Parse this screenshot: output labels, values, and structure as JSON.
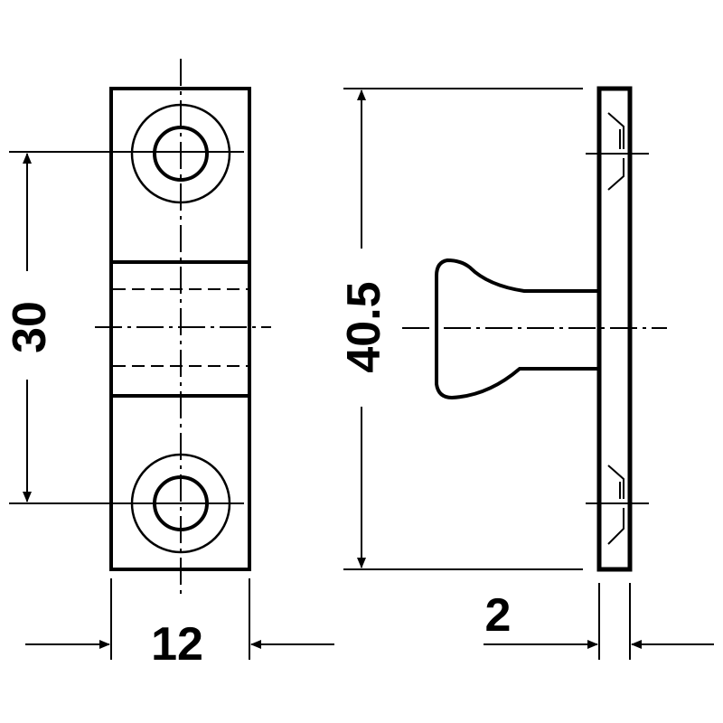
{
  "drawing": {
    "dimensions": {
      "hole_spacing": "30",
      "plate_height": "40.5",
      "width": "12",
      "plate_thickness": "2"
    },
    "colors": {
      "line": "#000000",
      "background": "#ffffff"
    }
  }
}
